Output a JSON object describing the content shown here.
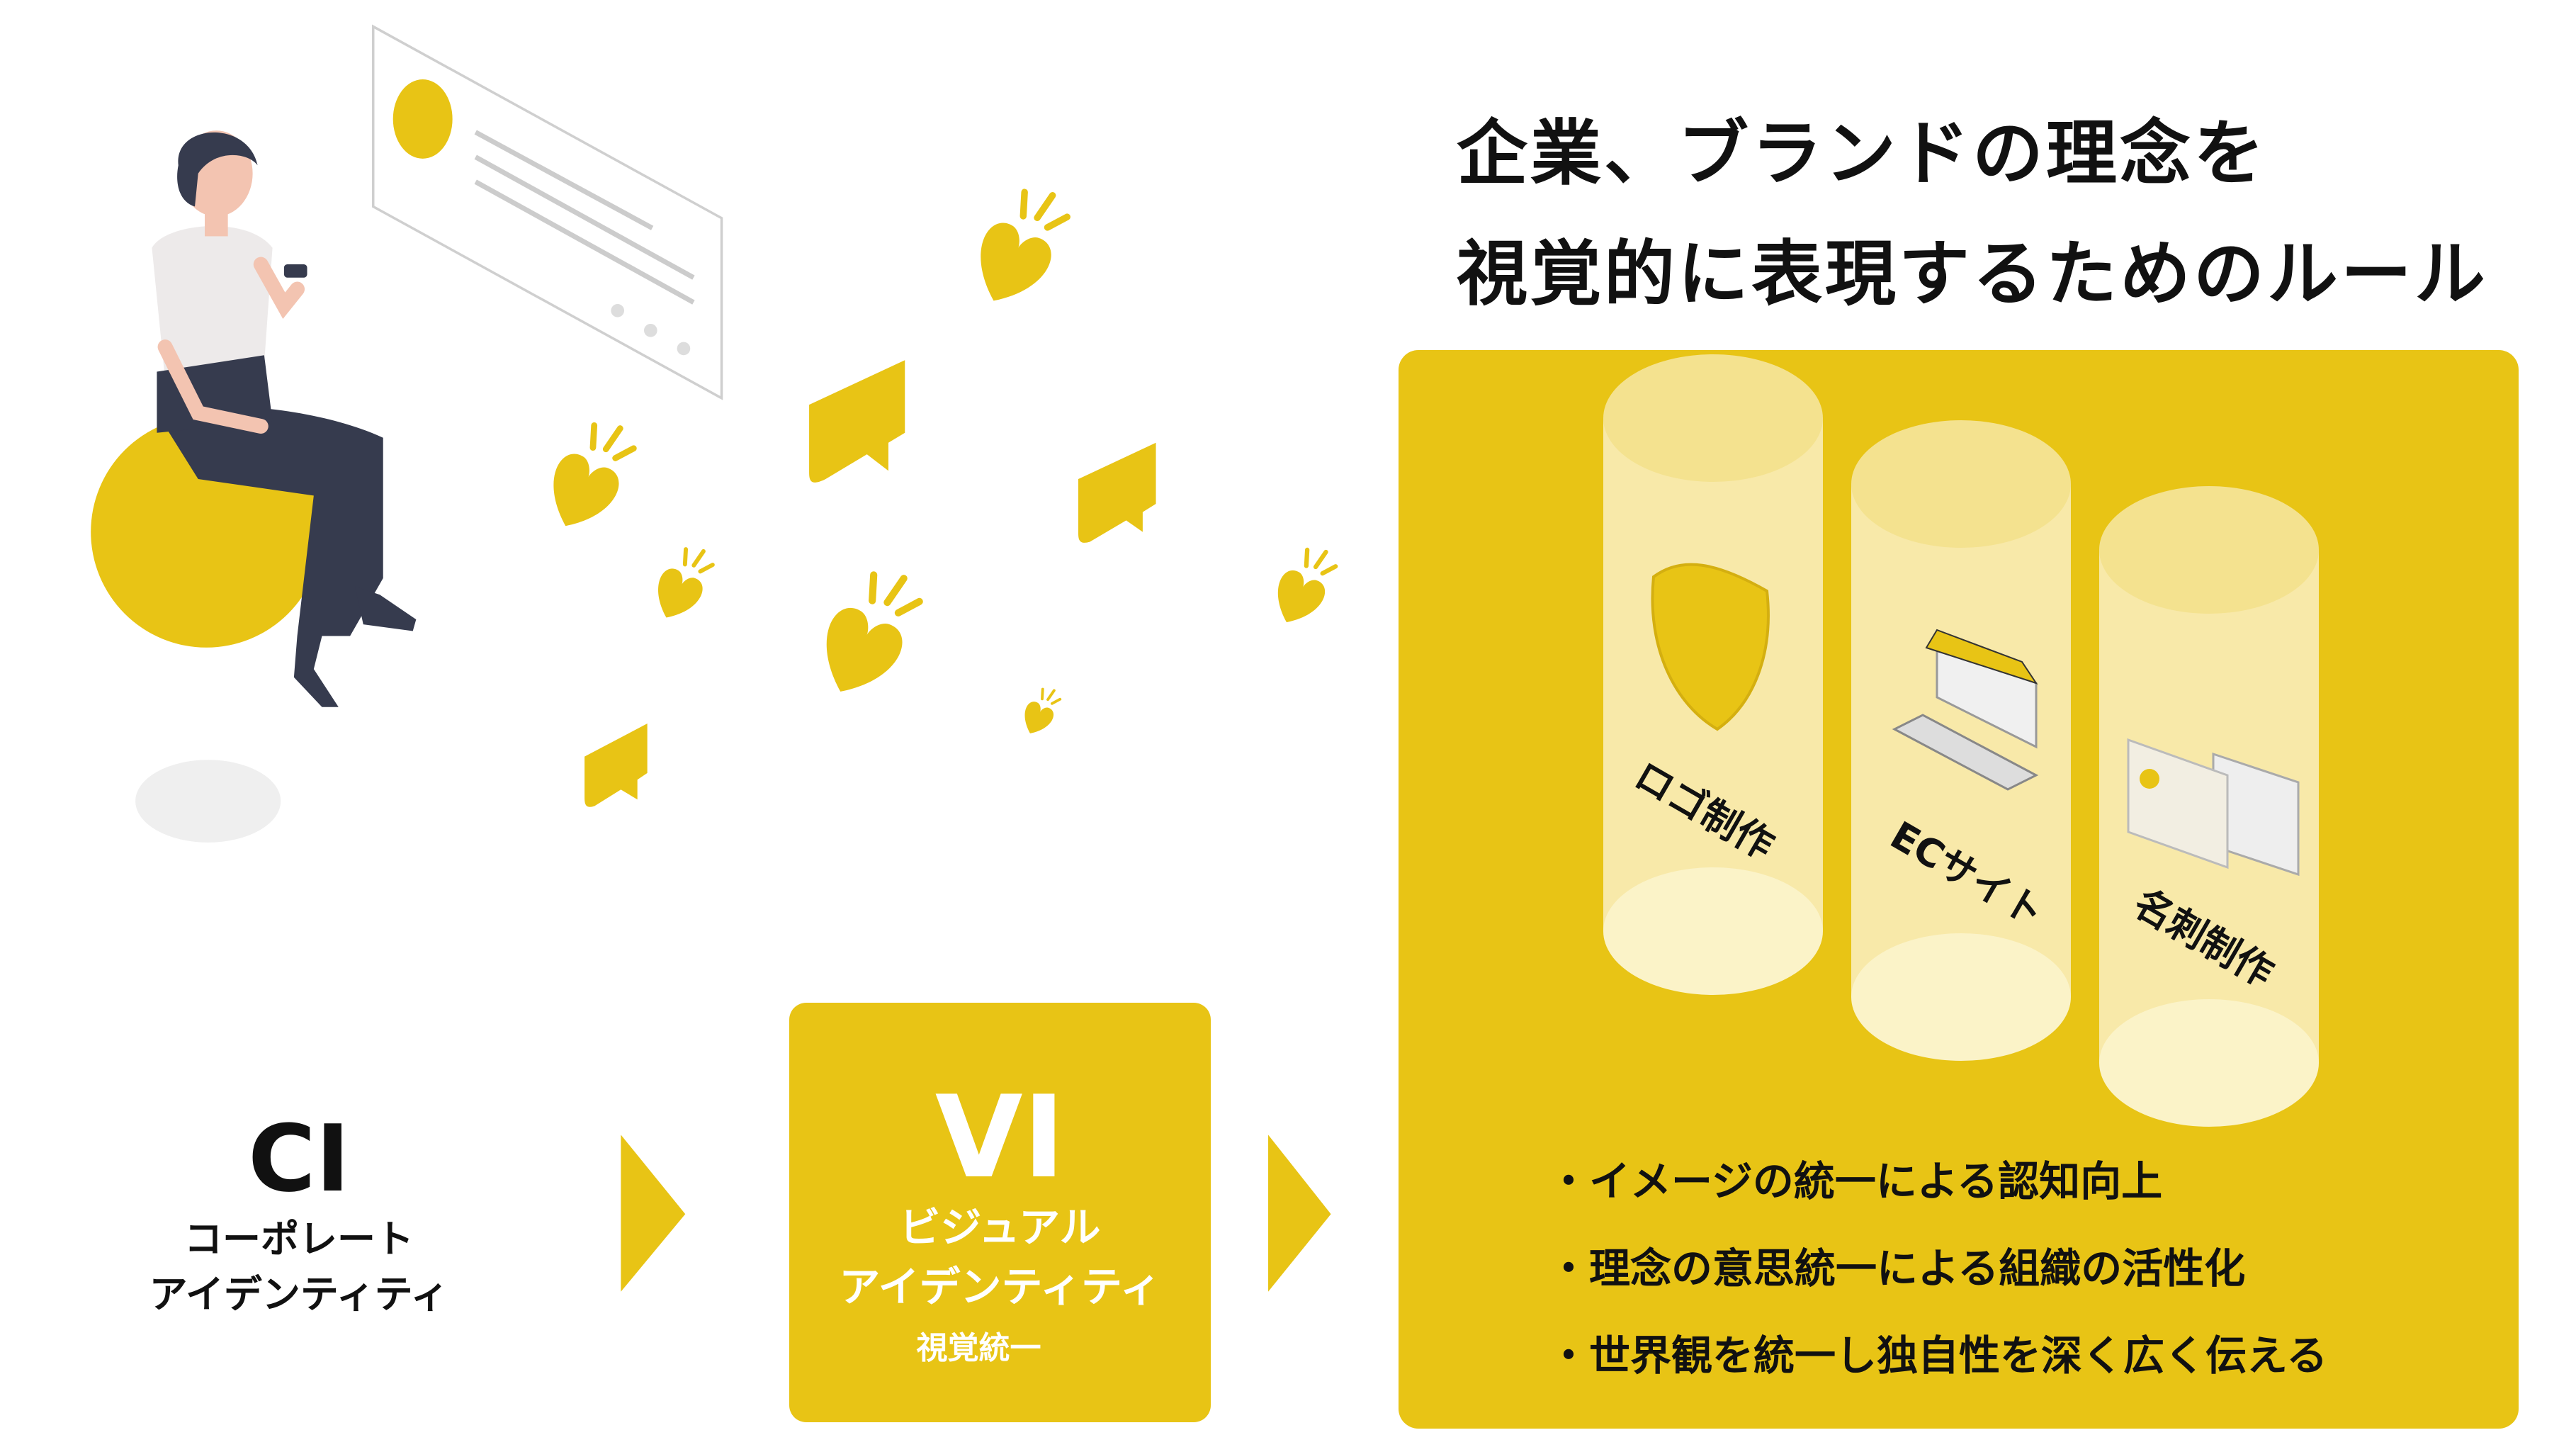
{
  "title": {
    "line1": "企業、ブランドの理念を",
    "line2": "視覚的に表現するためのルール"
  },
  "ci": {
    "abbr": "CI",
    "line1": "コーポレート",
    "line2": "アイデンティティ"
  },
  "vi": {
    "abbr": "VI",
    "line1": "ビジュアル",
    "line2": "アイデンティティ",
    "sub": "視覚統一"
  },
  "cylinders": [
    {
      "label": "ロゴ制作",
      "icon": "shield-icon"
    },
    {
      "label": "ECサイト",
      "icon": "laptop-store-icon"
    },
    {
      "label": "名刺制作",
      "icon": "business-card-icon"
    }
  ],
  "bullets": [
    "・イメージの統一による認知向上",
    "・理念の意思統一による組織の活性化",
    "・世界観を統一し独自性を深く広く伝える"
  ],
  "colors": {
    "accent": "#E8C415",
    "text": "#111111",
    "figure": "#363B4E"
  }
}
